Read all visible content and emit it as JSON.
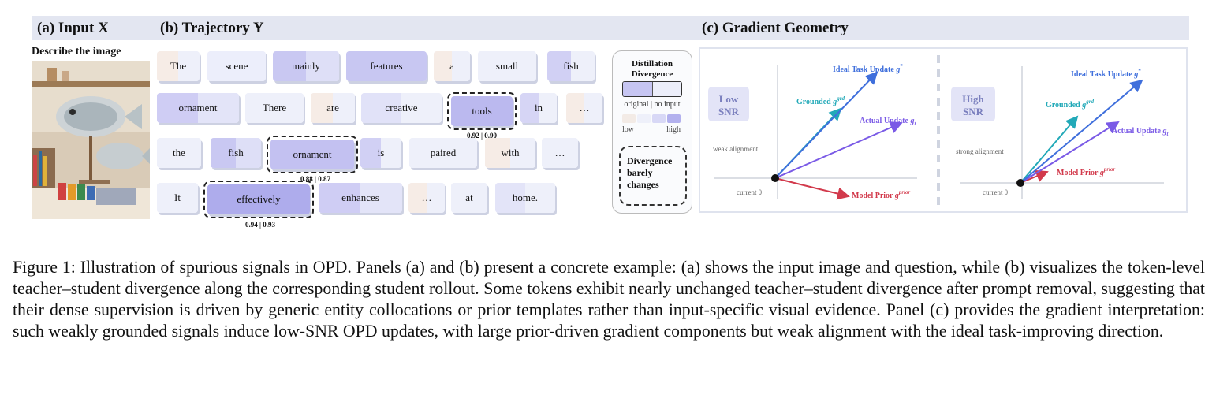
{
  "panels": {
    "a_title": "(a) Input X",
    "b_title": "(b) Trajectory Y",
    "c_title": "(c) Gradient Geometry",
    "a_subtitle": "Describe the image"
  },
  "tokens": [
    {
      "text": "The",
      "l": "#f6ece6",
      "r": "#eef0fa"
    },
    {
      "text": "scene",
      "l": "#eceefb",
      "r": "#eceefb"
    },
    {
      "text": "mainly",
      "l": "#c9c8f2",
      "r": "#dedff7"
    },
    {
      "text": "features",
      "l": "#c8c7f2",
      "r": "#c8c7f2"
    },
    {
      "text": "a",
      "l": "#f6ece6",
      "r": "#eef0fa"
    },
    {
      "text": "small",
      "l": "#eef0fa",
      "r": "#eef0fa"
    },
    {
      "text": "fish",
      "l": "#d1d0f4",
      "r": "#eef0fa"
    },
    {
      "text": "ornament",
      "l": "#cfcdf4",
      "r": "#e3e4f8"
    },
    {
      "text": "There",
      "l": "#eef0fa",
      "r": "#eef0fa"
    },
    {
      "text": "are",
      "l": "#f6ece6",
      "r": "#eef0fa"
    },
    {
      "text": "creative",
      "l": "#e1e2f8",
      "r": "#eef0fa"
    },
    {
      "text": "tools",
      "l": "#bbb9ef",
      "r": "#bbb9ef"
    },
    {
      "text": "in",
      "l": "#d6d5f5",
      "r": "#eef0fa"
    },
    {
      "text": "…",
      "l": "#f6ece6",
      "r": "#eef0fa"
    },
    {
      "text": "the",
      "l": "#eef0fa",
      "r": "#eef0fa"
    },
    {
      "text": "fish",
      "l": "#c9c8f2",
      "r": "#dedff7"
    },
    {
      "text": "ornament",
      "l": "#c3c1f1",
      "r": "#c3c1f1"
    },
    {
      "text": "is",
      "l": "#d1d0f4",
      "r": "#eef0fa"
    },
    {
      "text": "paired",
      "l": "#eef0fa",
      "r": "#eef0fa"
    },
    {
      "text": "with",
      "l": "#f6ece6",
      "r": "#eef0fa"
    },
    {
      "text": "…",
      "l": "#eef0fa",
      "r": "#eef0fa"
    },
    {
      "text": "It",
      "l": "#eef0fa",
      "r": "#eef0fa"
    },
    {
      "text": "effectively",
      "l": "#aeacec",
      "r": "#aeacec"
    },
    {
      "text": "enhances",
      "l": "#cfcdf4",
      "r": "#e3e4f8"
    },
    {
      "text": "…",
      "l": "#f6ece6",
      "r": "#eef0fa"
    },
    {
      "text": "at",
      "l": "#eef0fa",
      "r": "#eef0fa"
    },
    {
      "text": "home.",
      "l": "#e3e4f8",
      "r": "#eef0fa"
    }
  ],
  "scores": [
    "0.92 | 0.90",
    "0.88 | 0.87",
    "0.94 | 0.93"
  ],
  "legend": {
    "title": "Distillation Divergence",
    "caption": "original | no input",
    "low": "low",
    "high": "high",
    "scale_colors": [
      "#f3ebe6",
      "#eef0fa",
      "#d8d8f6",
      "#b3b1ee"
    ],
    "box_text": "Divergence barely changes"
  },
  "geometry": {
    "left": {
      "snr": "Low SNR",
      "alignment": "weak alignment",
      "theta": "current θ",
      "ideal": "Ideal Task Update g*",
      "grounded": "Grounded g^grd",
      "actual": "Actual Update g_t",
      "prior": "Model Prior g^prior"
    },
    "right": {
      "snr": "High SNR",
      "alignment": "strong alignment",
      "theta": "current θ",
      "ideal": "Ideal Task Update g*",
      "grounded": "Grounded g^grd",
      "actual": "Actual Update g_t",
      "prior": "Model Prior g^prior"
    },
    "colors": {
      "ideal": "#3f6fdc",
      "grounded": "#22a9b8",
      "actual": "#7a5ae6",
      "prior": "#d23a4c"
    }
  },
  "caption": "Figure 1: Illustration of spurious signals in OPD. Panels (a) and (b) present a concrete example: (a) shows the input image and question, while (b) visualizes the token-level teacher–student divergence along the corresponding student rollout. Some tokens exhibit nearly unchanged teacher–student divergence after prompt removal, suggesting that their dense supervision is driven by generic entity collocations or prior templates rather than input-specific visual evidence. Panel (c) provides the gradient interpretation: such weakly grounded signals induce low-SNR OPD updates, with large prior-driven gradient components but weak alignment with the ideal task-improving direction."
}
